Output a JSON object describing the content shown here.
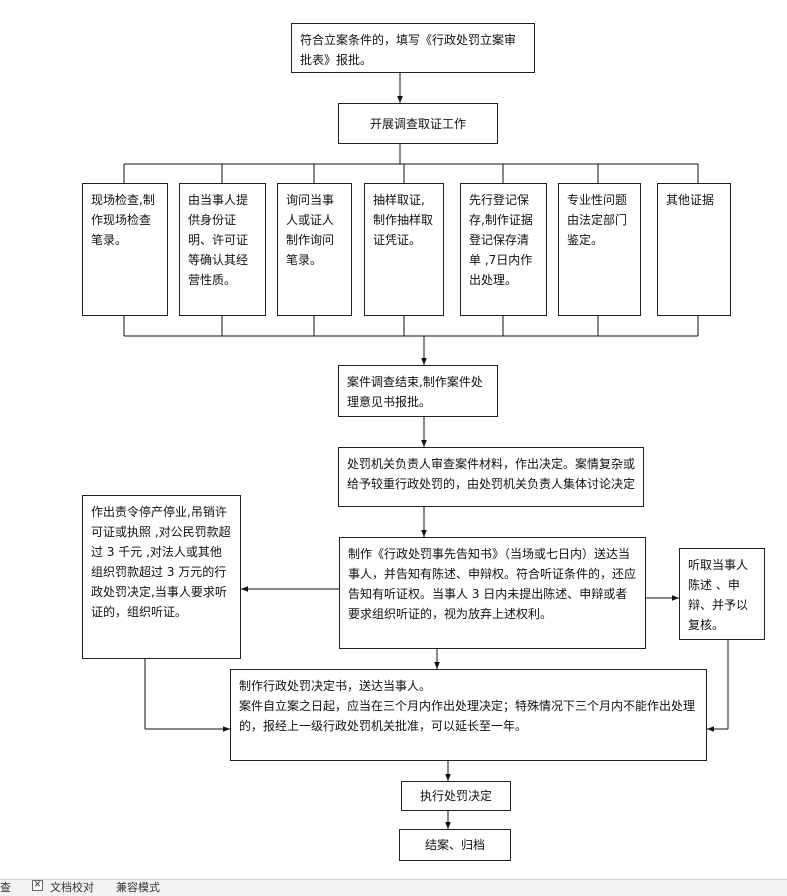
{
  "flowchart": {
    "step_file": "符合立案条件的，填写《行政处罚立案审批表》报批。",
    "step_investigate": "开展调查取证工作",
    "evidence": [
      "现场检查,制作现场检查笔录。",
      "由当事人提供身份证明、许可证等确认其经营性质。",
      "询问当事人或证人制作询问笔录。",
      "抽样取证,制作抽样取证凭证。",
      "先行登记保存,制作证据登记保存清单 ,7日内作出处理。",
      "专业性问题由法定部门鉴定。",
      "其他证据"
    ],
    "step_report": "案件调查结束,制作案件处理意见书报批。",
    "step_review": "处罚机关负责人审查案件材料，作出决定。案情复杂或给予较重行政处罚的，由处罚机关负责人集体讨论决定",
    "step_notice": "制作《行政处罚事先告知书》（当场或七日内）送达当事人，并告知有陈述、申辩权。符合听证条件的，还应告知有听证权。当事人 3 日内未提出陈述、申辩或者要求组织听证的，视为放弃上述权利。",
    "step_hearing": "作出责令停产停业,吊销许可证或执照 ,对公民罚款超过 3 千元 ,对法人或其他组织罚款超过 3 万元的行政处罚决定,当事人要求听证的，组织听证。",
    "step_defense": "听取当事人陈述 、申辩、并予以复核。",
    "step_decision": "制作行政处罚决定书，送达当事人。\n案件自立案之日起，应当在三个月内作出处理决定；特殊情况下三个月内不能作出处理的，报经上一级行政处罚机关批准，可以延长至一年。",
    "step_execute": "执行处罚决定",
    "step_close": "结案、归档"
  },
  "statusbar": {
    "left": "查",
    "check_mark": "✕",
    "proofread": "文档校对",
    "compat": "兼容模式"
  }
}
